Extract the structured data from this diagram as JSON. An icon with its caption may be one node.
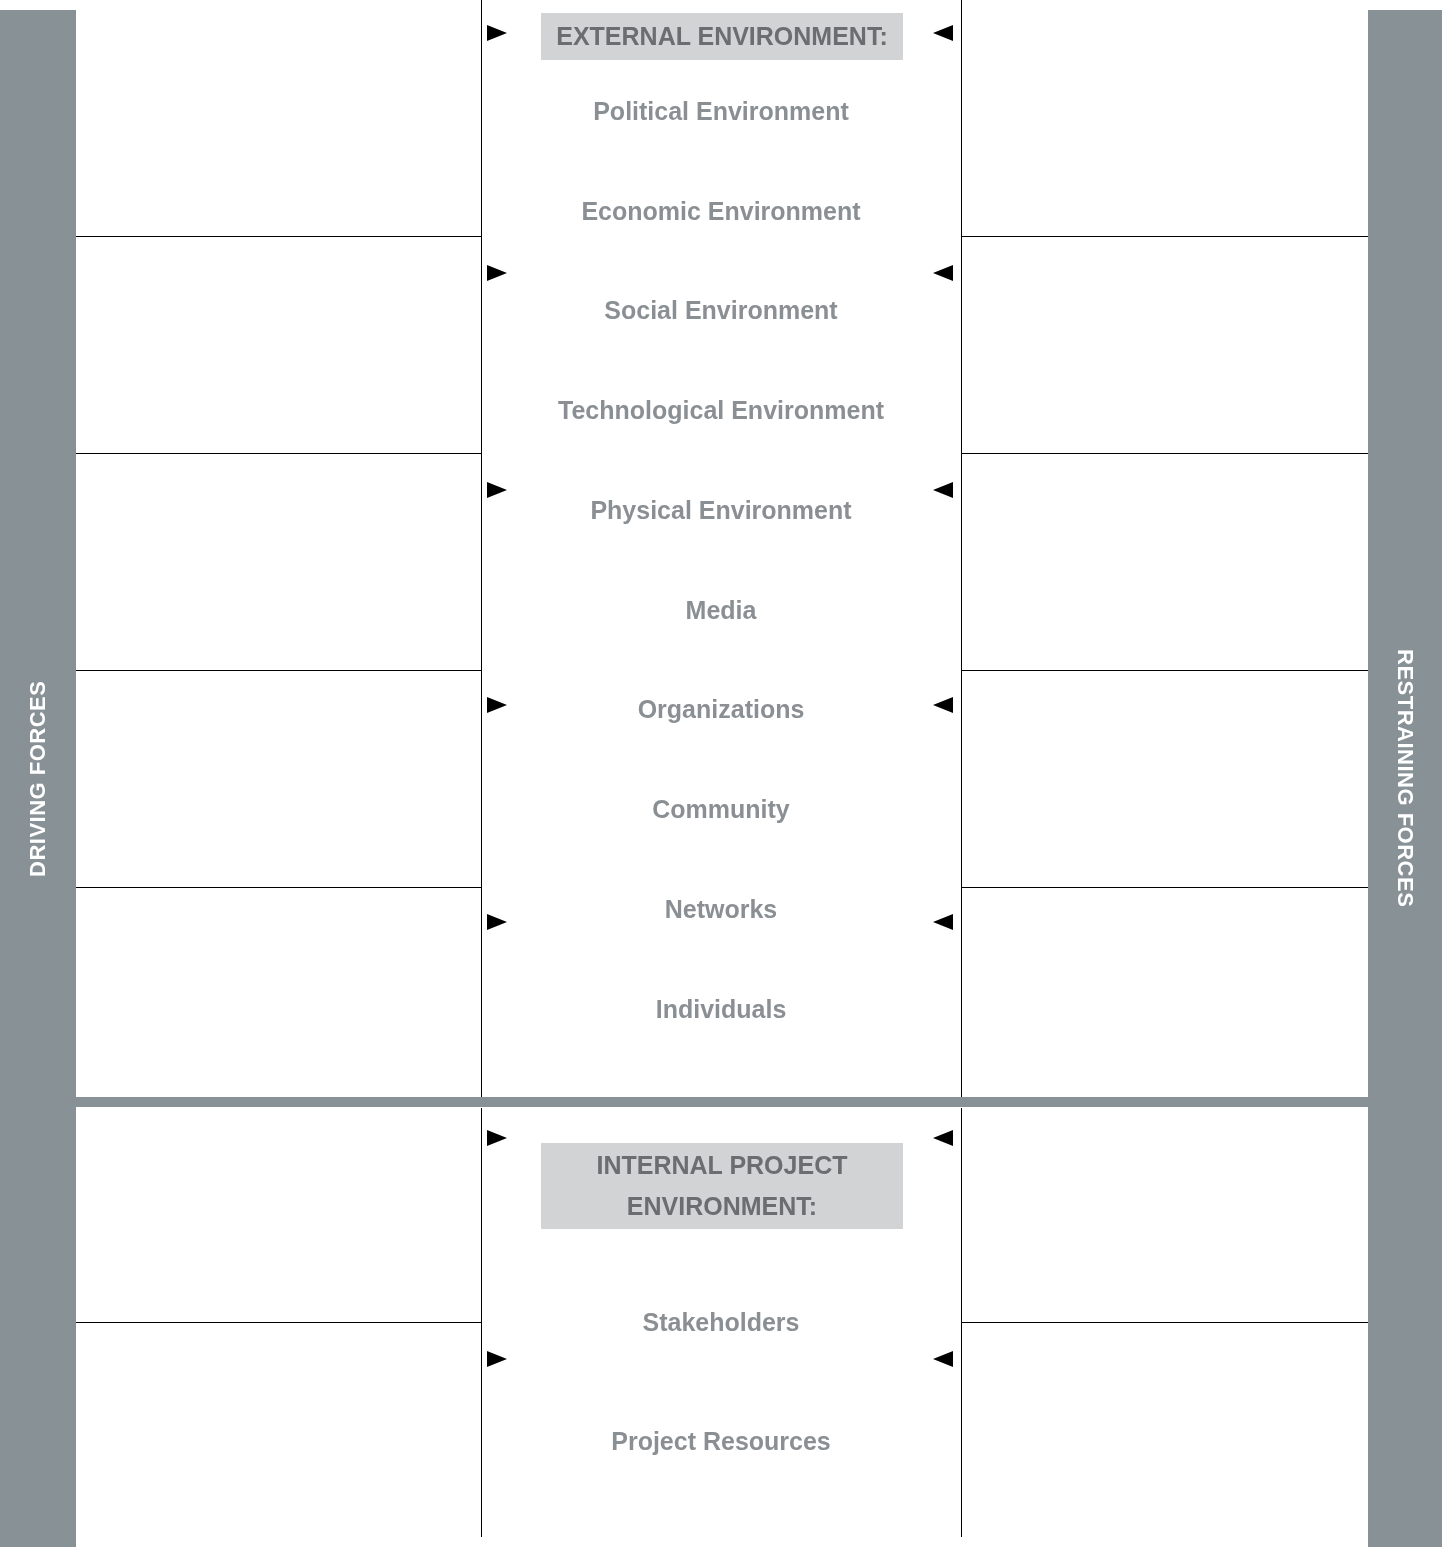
{
  "diagram": {
    "nodes": [
      {
        "text": [
          "DRIVING FORCES"
        ]
      },
      {
        "text": [
          "EXTERNAL ENVIRONMENT:"
        ]
      },
      {
        "text": [
          "INTERNAL PROJECT ENVIRONMENT:"
        ]
      },
      {
        "text": [
          "RESTRAINING FORCES"
        ]
      }
    ],
    "labels": [
      "Political Environment",
      "Economic Environment",
      "Social Environment",
      "Technological Environment",
      "Physical Environment",
      "Media",
      "Organizations",
      "Community",
      "Networks",
      "Individuals",
      "Stakeholders",
      "Project Resources"
    ]
  }
}
